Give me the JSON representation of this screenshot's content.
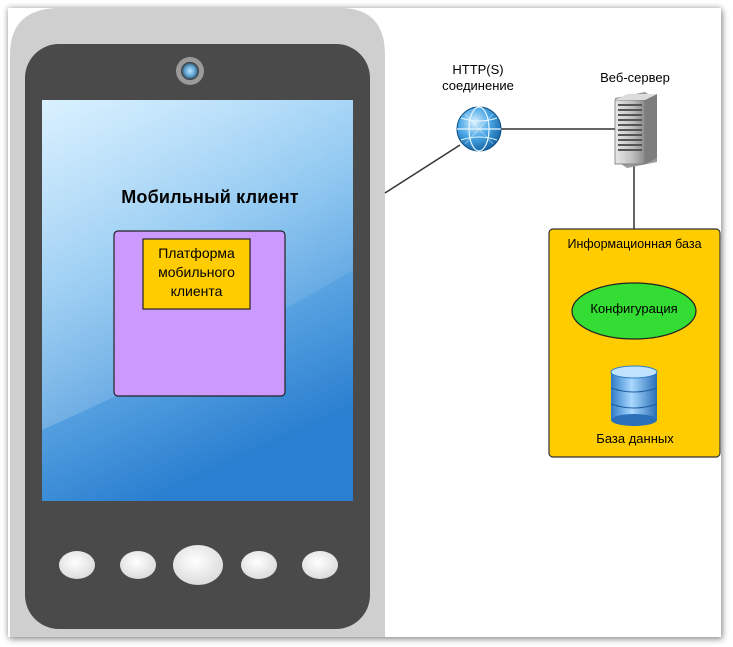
{
  "diagram": {
    "mobile_client": {
      "title": "Мобильный клиент"
    },
    "platform": {
      "label": "Платформа мобильного клиента"
    },
    "connection": {
      "label": "HTTP(S) соединение"
    },
    "web_server": {
      "label": "Веб-сервер"
    },
    "infobase": {
      "label": "Информационная база",
      "configuration_label": "Конфигурация",
      "database_label": "База данных"
    },
    "colors": {
      "phone_body": "#4a4a4a",
      "phone_shadow": "#cfcfcf",
      "screen_top": "#b5e0ff",
      "screen_bottom": "#2a7fd0",
      "platform_fill": "#cc99ff",
      "platform_label_fill": "#ffcc00",
      "infobase_fill": "#ffcc00",
      "configuration_fill": "#33dd33",
      "database_fill": "#5aa6e8"
    }
  }
}
